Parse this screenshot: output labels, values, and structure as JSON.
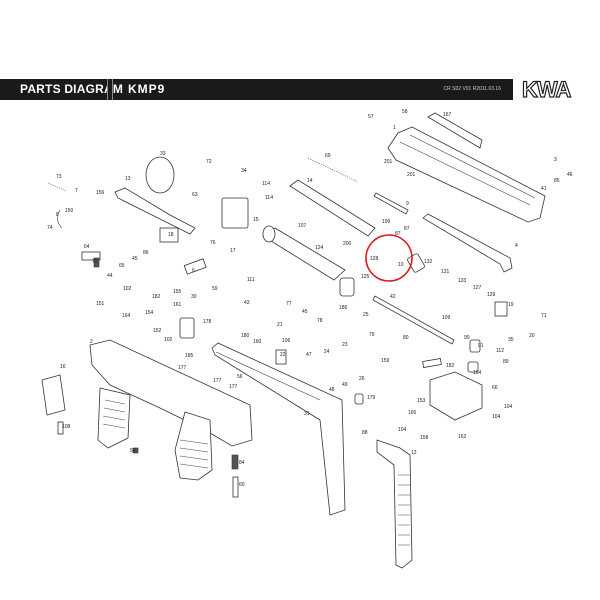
{
  "header": {
    "title": "PARTS DIAGRAM",
    "model": "KMP9",
    "code": "CR S02 V01 R2011.03.16",
    "brand": "KWA"
  },
  "highlight": {
    "part": "10",
    "color": "#d62020"
  },
  "part_labels": [
    "73",
    "7",
    "156",
    "150",
    "8",
    "74",
    "33",
    "72",
    "13",
    "63",
    "34",
    "114",
    "114",
    "15",
    "107",
    "18",
    "76",
    "86",
    "17",
    "45",
    "75",
    "65",
    "64",
    "6",
    "44",
    "111",
    "102",
    "182",
    "155",
    "59",
    "161",
    "43",
    "30",
    "151",
    "154",
    "164",
    "152",
    "178",
    "180",
    "77",
    "45",
    "21",
    "78",
    "186",
    "25",
    "79",
    "106",
    "22",
    "47",
    "24",
    "23",
    "80",
    "159",
    "26",
    "49",
    "48",
    "160",
    "102",
    "185",
    "177",
    "177",
    "177",
    "56",
    "31",
    "179",
    "88",
    "12",
    "84",
    "60",
    "125",
    "131",
    "133",
    "127",
    "129",
    "19",
    "71",
    "35",
    "20",
    "42",
    "109",
    "90",
    "91",
    "112",
    "89",
    "184",
    "182",
    "66",
    "104",
    "104",
    "153",
    "165",
    "104",
    "158",
    "162",
    "57",
    "58",
    "167",
    "1",
    "69",
    "14",
    "201",
    "201",
    "3",
    "46",
    "85",
    "41",
    "9",
    "199",
    "200",
    "124",
    "87",
    "87",
    "128",
    "10",
    "132",
    "4",
    "16",
    "2",
    "108",
    "56"
  ]
}
